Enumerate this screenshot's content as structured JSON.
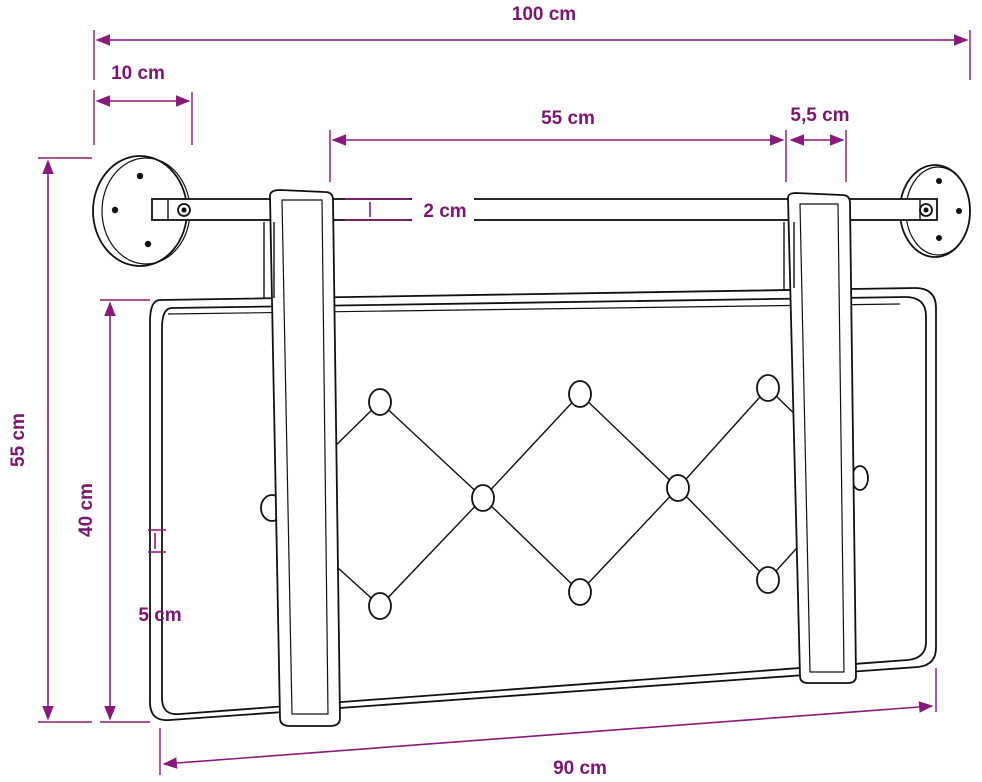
{
  "diagram": {
    "colors": {
      "dimension": "#8a1a7a",
      "outline": "#111111",
      "background": "#ffffff"
    },
    "dimensions": {
      "total_width": "100 cm",
      "bracket_width": "10 cm",
      "strap_spacing": "55 cm",
      "strap_offset": "5,5 cm",
      "rod_diameter": "2 cm",
      "total_height": "55 cm",
      "cushion_height": "40 cm",
      "cushion_depth": "5 cm",
      "cushion_width": "90 cm"
    },
    "icons": {
      "bracket_left": "wall-bracket-icon",
      "bracket_right": "wall-bracket-icon",
      "screw": "screw-icon",
      "button": "tufting-button-icon"
    }
  }
}
